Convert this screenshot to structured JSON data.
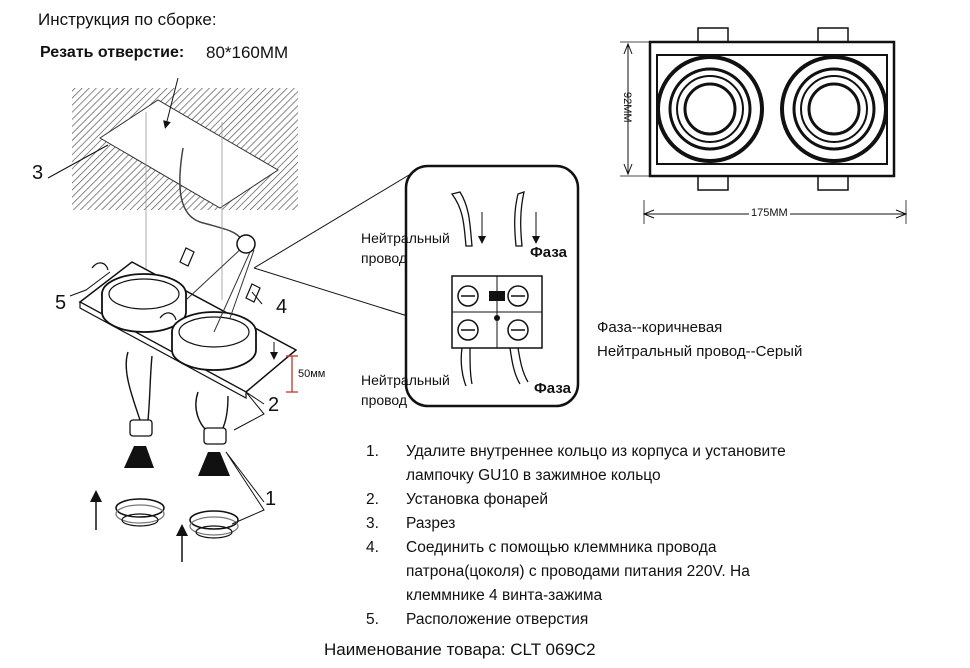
{
  "header": {
    "title": "Инструкция по сборке:",
    "cut_label": "Резать отверстие:",
    "cut_value": "80*160MM"
  },
  "callouts": [
    "1",
    "2",
    "3",
    "4",
    "5"
  ],
  "depth_label": "50мм",
  "wiring": {
    "neutral_label_line1": "Нейтральный",
    "neutral_label_line2": "провод",
    "phase_label": "Фаза"
  },
  "top_view": {
    "width_label": "175MM",
    "height_label": "92MM"
  },
  "legend": {
    "phase": "Фаза--коричневая",
    "neutral": "Нейтральный провод--Серый"
  },
  "steps": [
    {
      "num": "1.",
      "lines": [
        "Удалите внутреннее кольцо из корпуса и установите",
        "лампочку GU10 в зажимное кольцо"
      ]
    },
    {
      "num": "2.",
      "lines": [
        "Установка фонарей"
      ]
    },
    {
      "num": "3.",
      "lines": [
        "Разрез"
      ]
    },
    {
      "num": "4.",
      "lines": [
        "Соединить с помощью клеммника провода",
        "патрона(цоколя) с проводами питания 220V. На",
        "клеммнике 4 винта-зажима"
      ]
    },
    {
      "num": "5.",
      "lines": [
        "Расположение отверстия"
      ]
    }
  ],
  "footer": "Наименование товара: CLT 069C2"
}
